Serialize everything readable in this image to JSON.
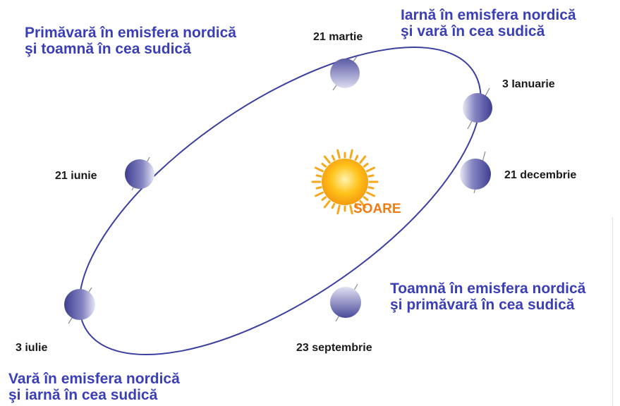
{
  "sun": {
    "label": "SOARE"
  },
  "dates": {
    "march": "21 martie",
    "january": "3 Ianuarie",
    "december": "21 decembrie",
    "june": "21 iunie",
    "july": "3 iulie",
    "september": "23 septembrie"
  },
  "seasons": {
    "spring_north": [
      "Primăvară în emisfera nordică",
      "şi toamnă în cea sudică"
    ],
    "winter_north": [
      "Iarnă în emisfera nordică",
      "şi vară în cea sudică"
    ],
    "autumn_north": [
      "Toamnă în emisfera nordică",
      "şi primăvară în cea sudică"
    ],
    "summer_north": [
      "Vară în emisfera nordică",
      "şi iarnă în cea sudică"
    ]
  },
  "colors": {
    "orbit": "#3b3f9e",
    "season_text": "#3b3fb6",
    "sun_label": "#f07a14",
    "sun_core": "#ffc21a",
    "planet_dark": "#4b4b9a",
    "planet_light": "#eaeaf6"
  }
}
